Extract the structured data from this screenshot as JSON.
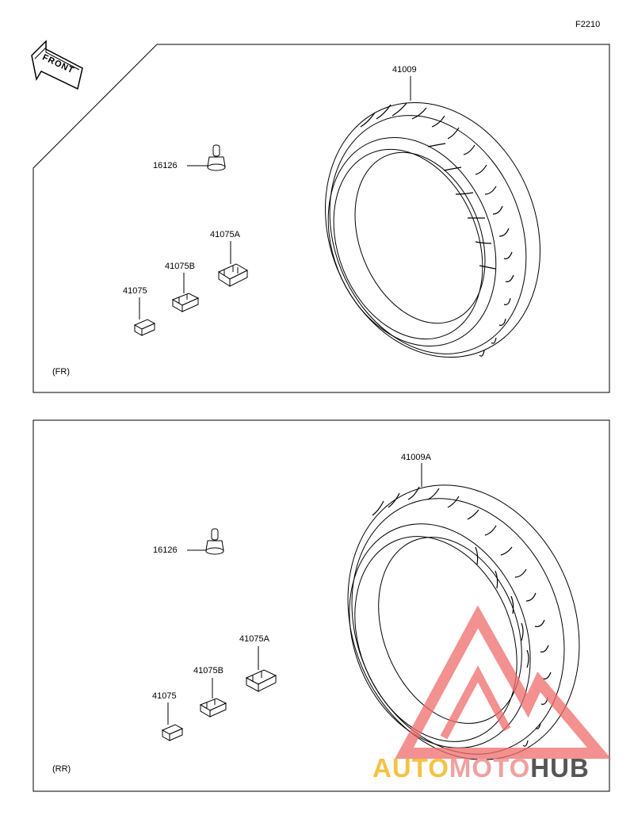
{
  "figure_code": "F2210",
  "front_arrow_label": "FRONT",
  "front": {
    "section": "(FR)",
    "tire": "41009",
    "valve": "16126",
    "weight_a": "41075A",
    "weight_b": "41075B",
    "weight": "41075"
  },
  "rear": {
    "section": "(RR)",
    "tire": "41009A",
    "valve": "16126",
    "weight_a": "41075A",
    "weight_b": "41075B",
    "weight": "41075"
  },
  "watermark": {
    "part1": "AUTO",
    "part2": "MOTO",
    "part3": "HUB",
    "colors": {
      "auto": "#f5c242",
      "moto": "#f2a0a0",
      "hub": "#555555",
      "logo": "#ef6b6b"
    }
  }
}
